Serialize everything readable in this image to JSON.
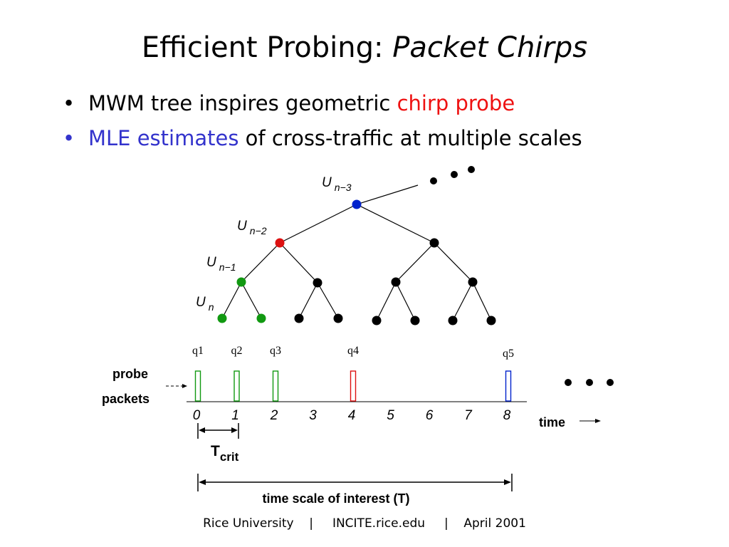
{
  "slide": {
    "title": "Efficient Probing:",
    "title_emphasis": "Packet Chirps"
  },
  "bullets": [
    {
      "parts": [
        {
          "text": "MWM tree inspires geometric ",
          "color": "#000000"
        },
        {
          "text": "chirp probe",
          "color": "#ee1111"
        }
      ],
      "bullet_color": "#000000"
    },
    {
      "parts": [
        {
          "text": "MLE estimates",
          "color": "#3333cc"
        },
        {
          "text": " of cross-traffic at multiple scales",
          "color": "#000000"
        }
      ],
      "bullet_color": "#3333cc"
    }
  ],
  "tree": {
    "level_labels": [
      {
        "symbol": "U",
        "subscript": "n−3"
      },
      {
        "symbol": "U",
        "subscript": "n−2"
      },
      {
        "symbol": "U",
        "subscript": "n−1"
      },
      {
        "symbol": "U",
        "subscript": "n"
      }
    ],
    "colors": {
      "root": "#0022cc",
      "level2": "#dd1111",
      "level3": "#119911",
      "default": "#000000"
    }
  },
  "timeline": {
    "row_label_line1": "probe",
    "row_label_line2": "packets",
    "ticks": [
      "0",
      "1",
      "2",
      "3",
      "4",
      "5",
      "6",
      "7",
      "8"
    ],
    "axis_label": "time",
    "probe_packets": [
      {
        "label": "q1",
        "tick": 0,
        "color": "#119911"
      },
      {
        "label": "q2",
        "tick": 1,
        "color": "#119911"
      },
      {
        "label": "q3",
        "tick": 2,
        "color": "#119911"
      },
      {
        "label": "q4",
        "tick": 4,
        "color": "#dd1111"
      },
      {
        "label": "q5",
        "tick": 8,
        "color": "#0022cc"
      }
    ],
    "tcrit_main": "T",
    "tcrit_sub": "crit",
    "scale_label": "time scale of interest (T)"
  },
  "footer": {
    "text": "Rice University    |     INCITE.rice.edu     |    April 2001"
  }
}
